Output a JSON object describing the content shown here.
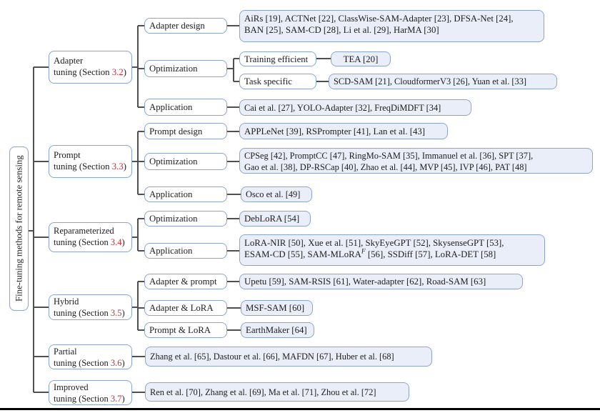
{
  "colors": {
    "border": "#8aa5d3",
    "leaf_fill": "#eaeef8",
    "red": "#d02a2a",
    "line": "#4f4f4f"
  },
  "root": {
    "label": "Fine-tuning methods for remote sensing"
  },
  "level1": {
    "adapter": {
      "line1": "Adapter",
      "line2_pre": "tuning (Section ",
      "section": "3.2",
      "line2_post": ")"
    },
    "prompt": {
      "line1": "Prompt",
      "line2_pre": "tuning (Section ",
      "section": "3.3",
      "line2_post": ")"
    },
    "reparam": {
      "line1": "Reparameterized",
      "line2_pre": "tuning (Section ",
      "section": "3.4",
      "line2_post": ")"
    },
    "hybrid": {
      "line1": "Hybrid",
      "line2_pre": "tuning (Section ",
      "section": "3.5",
      "line2_post": ")"
    },
    "partial": {
      "line1": "Partial",
      "line2_pre": "tuning (Section ",
      "section": "3.6",
      "line2_post": ")"
    },
    "improved": {
      "line1": "Improved",
      "line2_pre": "tuning (Section ",
      "section": "3.7",
      "line2_post": ")"
    }
  },
  "categories": {
    "adapter_design": "Adapter design",
    "optimization_adapter": "Optimization",
    "application_adapter": "Application",
    "training_efficient": "Training efficient",
    "task_specific": "Task specific",
    "prompt_design": "Prompt design",
    "optimization_prompt": "Optimization",
    "application_prompt": "Application",
    "optimization_reparam": "Optimization",
    "application_reparam": "Application",
    "adapter_prompt": "Adapter & prompt",
    "adapter_lora": "Adapter & LoRA",
    "prompt_lora": "Prompt & LoRA"
  },
  "leaves": {
    "airs": {
      "line1": "AiRs [19], ACTNet [22], ClassWise-SAM-Adapter [23], DFSA-Net [24],",
      "line2": "BAN [25], SAM-CD [28], Li et al. [29], HarMA [30]"
    },
    "tea": "TEA [20]",
    "scd_sam": "SCD-SAM [21], CloudformerV3 [26], Yuan et al. [33]",
    "cai": "Cai et al. [27], YOLO-Adapter [32], FreqDiMDFT [34]",
    "applenet": "APPLeNet [39], RSPrompter [41], Lan et al. [43]",
    "cpseg": {
      "line1": "CPSeg [42], PromptCC [47], RingMo-SAM [35], Immanuel et al. [36], SPT [37],",
      "line2": "Gao et al. [38], DP-RSCap [40], Zhao et al. [44], MVP [45], IVP [46], PAT [48]"
    },
    "osco": "Osco et al. [49]",
    "deblora": "DebLoRA [54]",
    "lora_nir": {
      "line1": "LoRA-NIR [50], Xue et al. [51], SkyEyeGPT [52], SkysenseGPT [53],",
      "line2_pre": "ESAM-CD [55], SAM-MLoRA",
      "line2_sup": "F",
      "line2_post": " [56], SSDiff [57], LoRA-DET [58]"
    },
    "upetu": "Upetu [59], SAM-RSIS [61], Water-adapter [62], Road-SAM [63]",
    "msf_sam": "MSF-SAM [60]",
    "earthmaker": "EarthMaker [64]",
    "partial_refs": "Zhang et al. [65], Dastour et al. [66], MAFDN [67], Huber et al. [68]",
    "improved_refs": "Ren et al. [70], Zhang et al. [69], Ma et al. [71], Zhou et al. [72]"
  }
}
